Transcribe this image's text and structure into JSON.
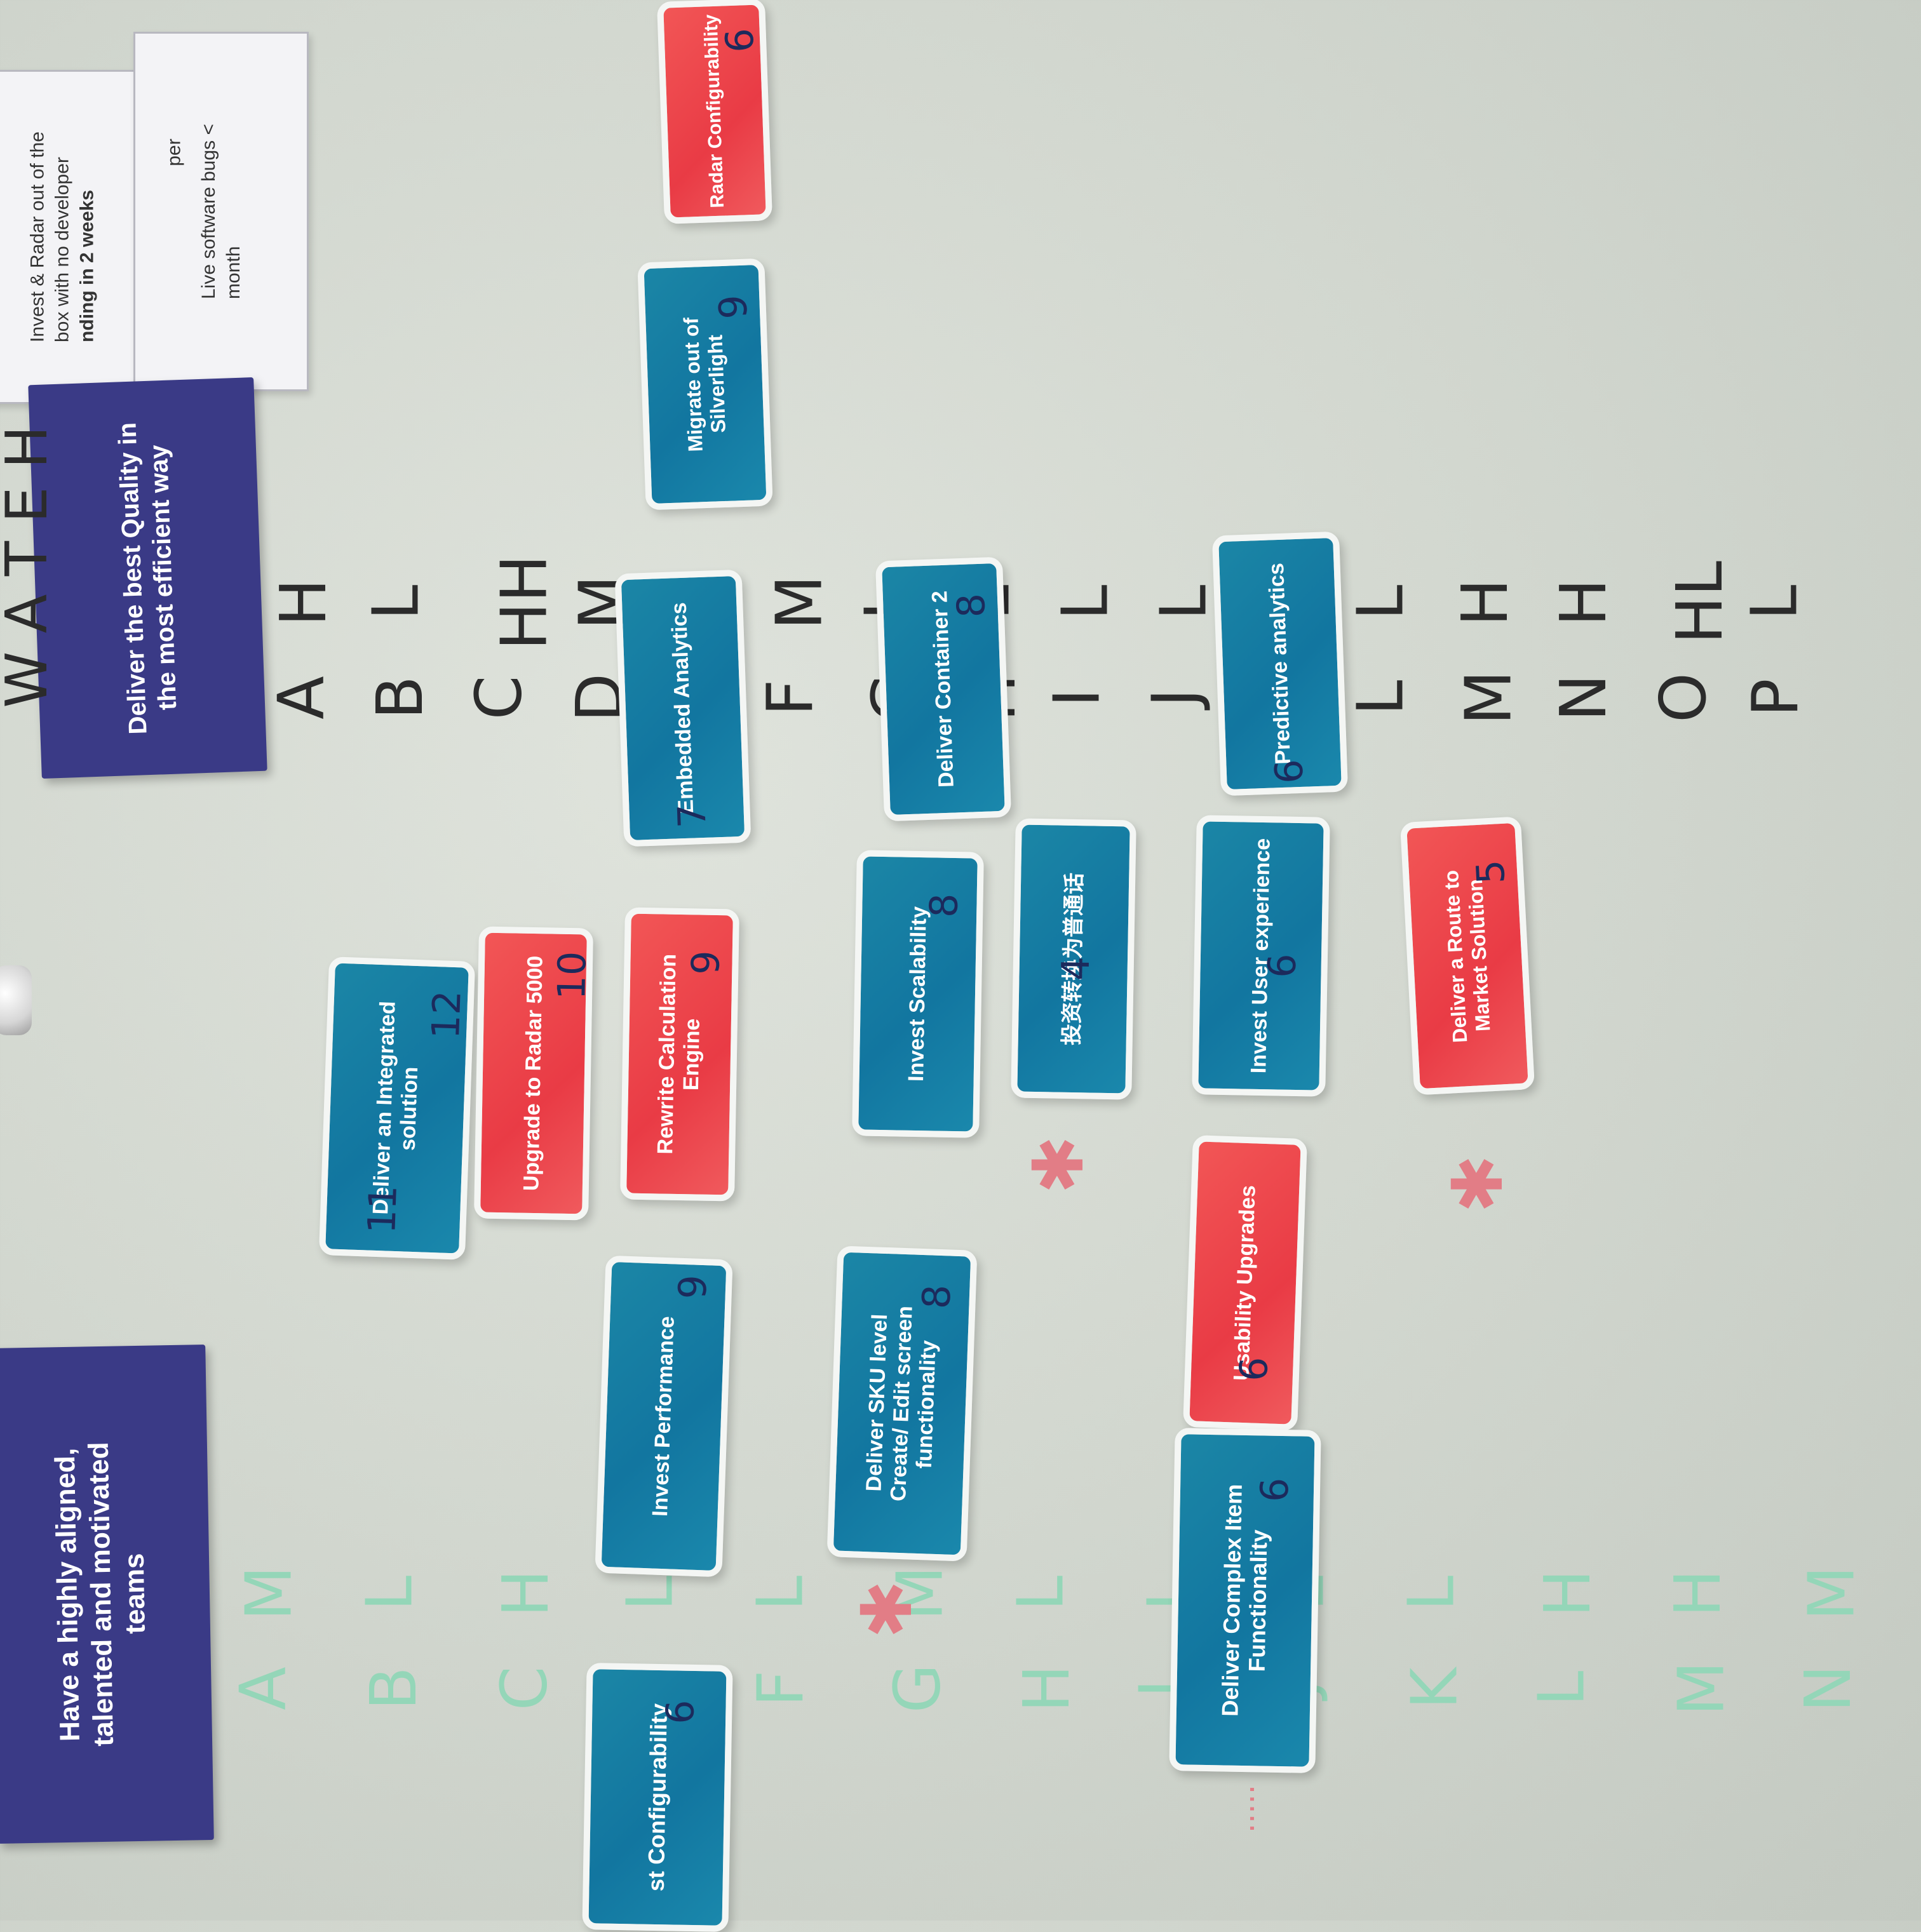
{
  "colors": {
    "card_blue": "#1276a0",
    "card_red": "#e93b45",
    "card_navy": "#3a3a86",
    "board": "#d3d8d0"
  },
  "goals": {
    "quality": "Deliver the best Quality in the most efficient way",
    "teams": "Have a highly aligned, talented and motivated teams"
  },
  "paper_notes": {
    "note_a_line1": "Invest & Radar out of the",
    "note_a_line2": "box with no developer",
    "note_a_line3": "nding in 2 weeks",
    "note_b_line1": "Live software bugs <",
    "note_b_line2": "month",
    "note_b_extra": "per"
  },
  "cards": {
    "radar_config": {
      "label": "Radar Configurability",
      "score": "6"
    },
    "migrate_silverlight": {
      "label1": "Migrate out of",
      "label2": "Silverlight",
      "score": "9"
    },
    "embedded_analytics": {
      "label": "Embedded Analytics",
      "score": "7"
    },
    "deliver_container": {
      "label": "Deliver Container 2",
      "score": "8"
    },
    "predictive_analytics": {
      "label": "Predictive analytics",
      "score": "6"
    },
    "integrated_solution": {
      "label1": "Deliver an Integrated",
      "label2": "solution",
      "score": "12",
      "score_b": "11"
    },
    "upgrade_radar": {
      "label": "Upgrade to Radar 5000",
      "score": "10"
    },
    "rewrite_calc": {
      "label1": "Rewrite Calculation",
      "label2": "Engine",
      "score": "9"
    },
    "invest_scalability": {
      "label": "Invest Scalability",
      "score": "8"
    },
    "chinese_card": {
      "label": "投资转换为普通话",
      "score": "4"
    },
    "invest_ux": {
      "label": "Invest User experience",
      "score": "6"
    },
    "route_to_market": {
      "label1": "Deliver a Route to",
      "label2": "Market Solution",
      "score": "5"
    },
    "invest_performance": {
      "label": "Invest Performance",
      "score": "9"
    },
    "sku_level": {
      "label1": "Deliver SKU level",
      "label2": "Create/ Edit screen",
      "label3": "functionality",
      "score": "8"
    },
    "usability_upgrades": {
      "label": "Usability Upgrades",
      "score": "6"
    },
    "complex_item": {
      "label1": "Deliver Complex Item",
      "label2": "Functionality",
      "score": "6"
    },
    "invest_config": {
      "label": "st Configurability",
      "score": "6"
    }
  },
  "marker_letters": {
    "top_codes": [
      "A",
      "B",
      "C",
      "D",
      "E",
      "F",
      "G",
      "H",
      "I",
      "J",
      "K",
      "L",
      "M",
      "N",
      "O",
      "P"
    ],
    "top_ratings": [
      "H",
      "L",
      "HH",
      "M",
      "",
      "M",
      "L",
      "L",
      "L",
      "L",
      "L",
      "L",
      "H",
      "H",
      "HL",
      "L"
    ],
    "bottom_codes": [
      "A",
      "B",
      "C",
      "E",
      "F",
      "G",
      "H",
      "I",
      "J",
      "K",
      "L",
      "M",
      "N"
    ],
    "bottom_ratings": [
      "M",
      "L",
      "H",
      "L",
      "L",
      "M",
      "L",
      "L",
      "L",
      "L",
      "H",
      "H",
      "M"
    ],
    "header_fragment": "W A T E H"
  },
  "stars": {
    "symbol": "✱",
    "dots": "....."
  }
}
